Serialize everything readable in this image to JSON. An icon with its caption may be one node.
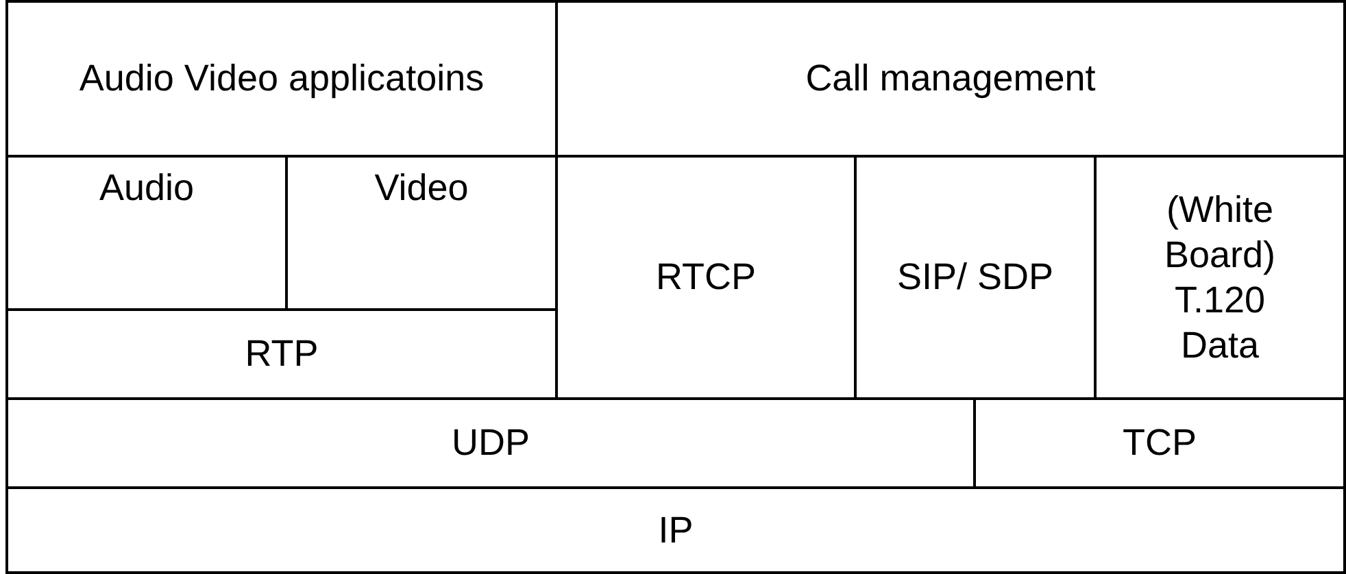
{
  "diagram": {
    "nodes": [
      {
        "text": [
          "Audio Video applicatoins"
        ]
      },
      {
        "text": [
          "Call management"
        ]
      },
      {
        "text": [
          "Audio"
        ]
      },
      {
        "text": [
          "Video"
        ]
      },
      {
        "text": [
          "RTP"
        ]
      },
      {
        "text": [
          "RTCP"
        ]
      },
      {
        "text": [
          "SIP/ SDP"
        ]
      },
      {
        "text": [
          "(White Board) T.120 Data"
        ]
      },
      {
        "text": [
          "UDP"
        ]
      },
      {
        "text": [
          "TCP"
        ]
      },
      {
        "text": [
          "IP"
        ]
      }
    ]
  }
}
